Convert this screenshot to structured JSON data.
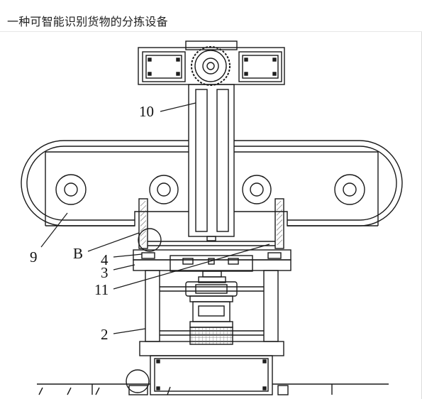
{
  "header": {
    "title": "一种可智能识别货物的分拣设备"
  },
  "diagram": {
    "labels": {
      "l10": "10",
      "l9": "9",
      "lB": "B",
      "l4": "4",
      "l3": "3",
      "l11": "11",
      "l2": "2"
    }
  }
}
